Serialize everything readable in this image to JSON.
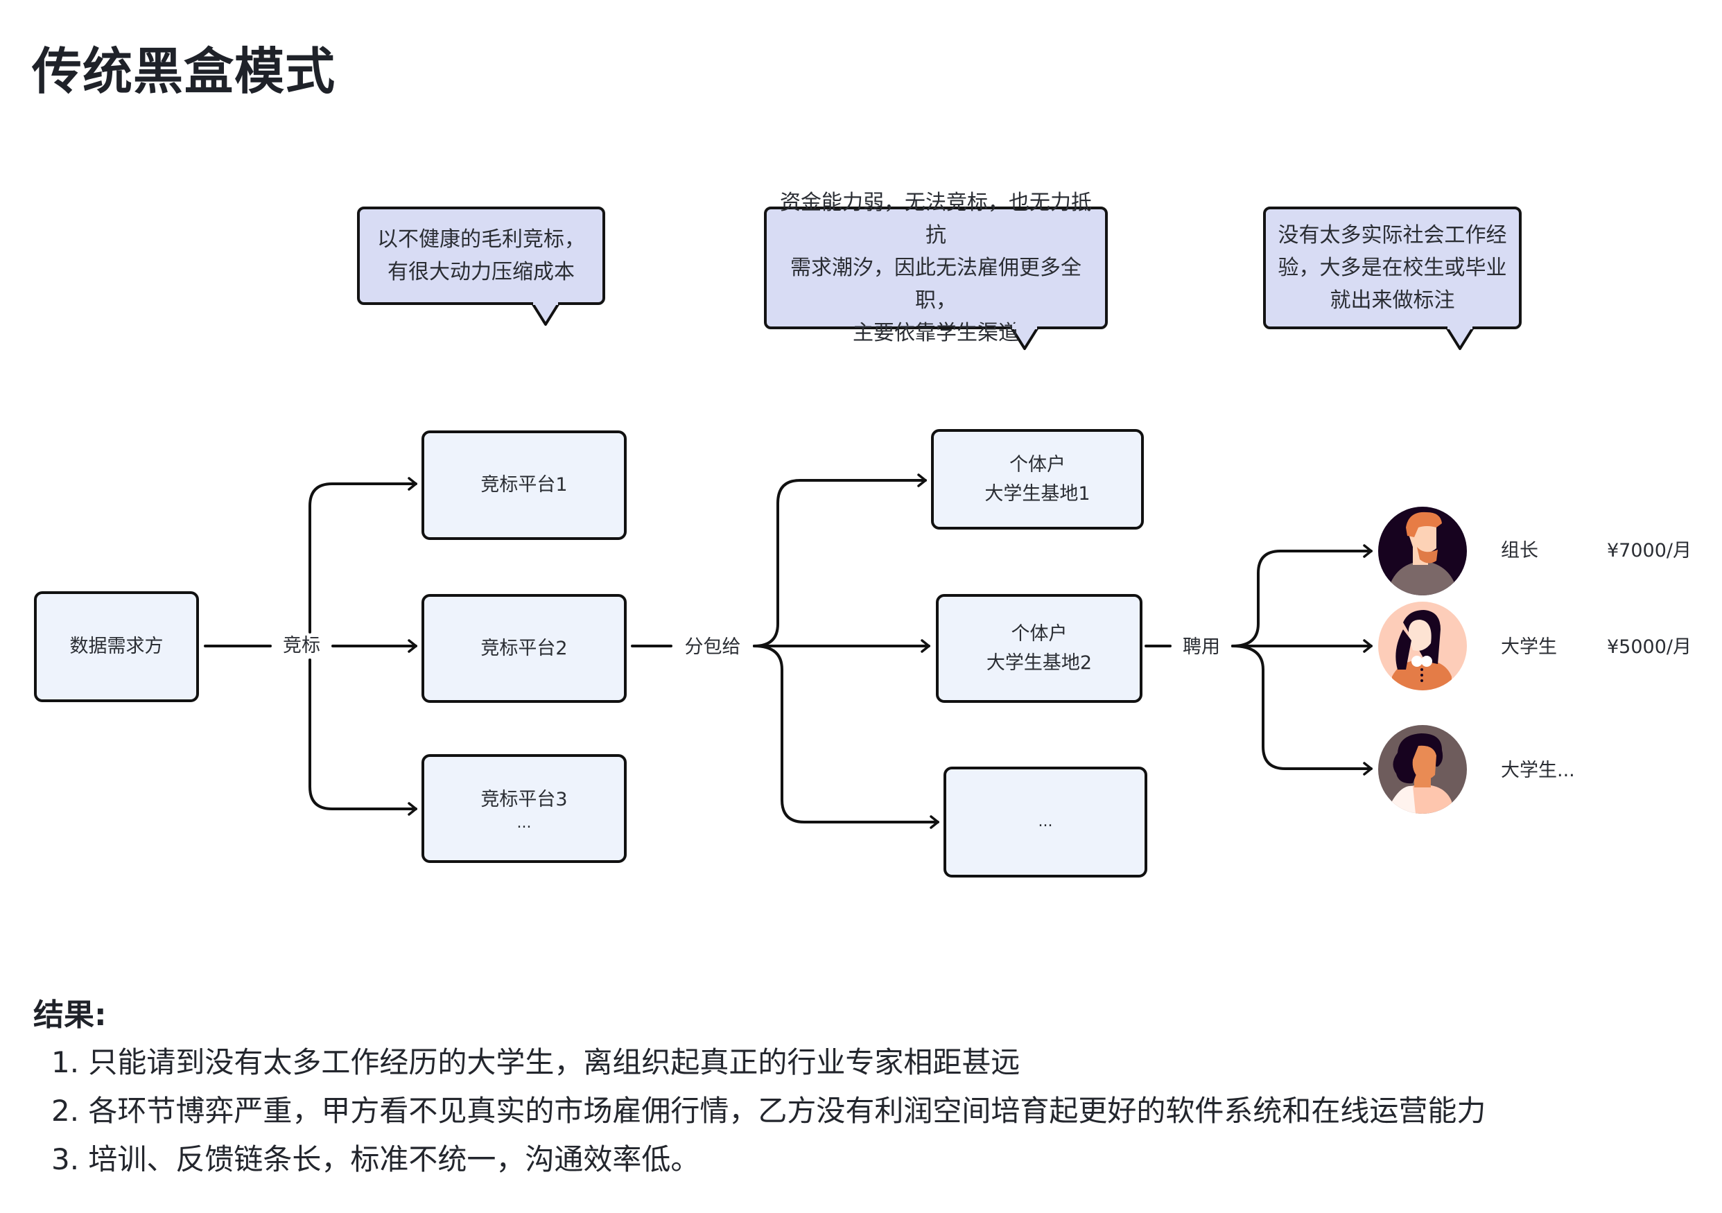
{
  "title": "传统黑盒模式",
  "callouts": [
    {
      "lines": [
        "以不健康的毛利竞标，",
        "有很大动力压缩成本"
      ]
    },
    {
      "lines": [
        "资金能力弱，无法竞标，也无力抵抗",
        "需求潮汐，因此无法雇佣更多全职，",
        "主要依靠学生渠道"
      ]
    },
    {
      "lines": [
        "没有太多实际社会工作经",
        "验，大多是在校生或毕业",
        "就出来做标注"
      ]
    }
  ],
  "source_node": {
    "label": "数据需求方"
  },
  "edge_labels": {
    "bid": "竞标",
    "subcontract": "分包给",
    "hire": "聘用"
  },
  "platforms": [
    {
      "lines": [
        "竞标平台1"
      ]
    },
    {
      "lines": [
        "竞标平台2"
      ]
    },
    {
      "lines": [
        "竞标平台3",
        "..."
      ]
    }
  ],
  "vendors": [
    {
      "lines": [
        "个体户",
        "大学生基地1"
      ]
    },
    {
      "lines": [
        "个体户",
        "大学生基地2"
      ]
    },
    {
      "lines": [
        "..."
      ]
    }
  ],
  "workers": [
    {
      "role": "组长",
      "salary": "¥7000/月",
      "avatar": "man-orange-hair-beard-avatar"
    },
    {
      "role": "大学生",
      "salary": "¥5000/月",
      "avatar": "woman-black-hair-orange-dress-avatar"
    },
    {
      "role": "大学生...",
      "salary": "",
      "avatar": "woman-curly-hair-avatar"
    }
  ],
  "results": {
    "title": "结果:",
    "items": [
      "1. 只能请到没有太多工作经历的大学生，离组织起真正的行业专家相距甚远",
      "2. 各环节博弈严重，甲方看不见真实的市场雇佣行情，乙方没有利润空间培育起更好的软件系统和在线运营能力",
      "3. 培训、反馈链条长，标准不统一，沟通效率低。"
    ]
  },
  "colors": {
    "callout_fill": "#d8dcf4",
    "node_fill": "#eef3fc",
    "stroke": "#111111",
    "text": "#23262d"
  }
}
